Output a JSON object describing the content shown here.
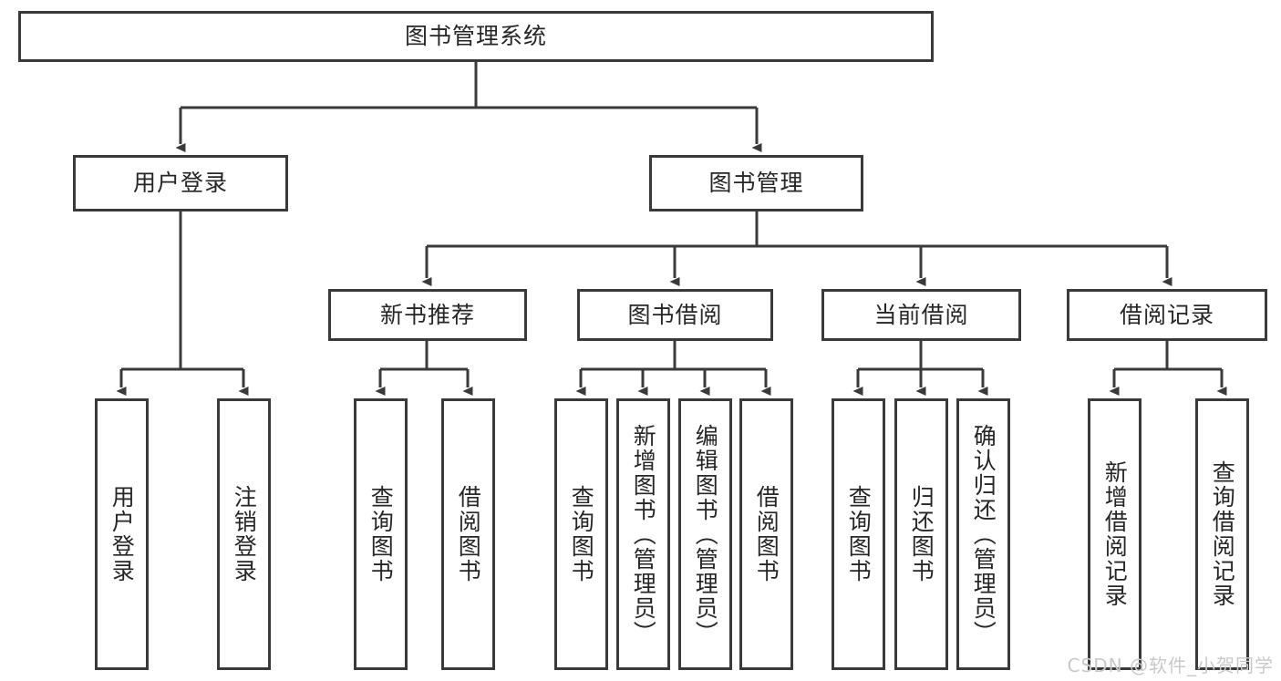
{
  "diagram": {
    "title": "图书管理系统",
    "type": "hierarchy-tree",
    "watermark": "CSDN @软件_小贺同学",
    "colors": {
      "stroke": "#3a3a3a",
      "text": "#262626",
      "background": "#ffffff",
      "watermark": "#c9c9c9"
    },
    "root": {
      "label": "图书管理系统"
    },
    "level2": [
      {
        "label": "用户登录"
      },
      {
        "label": "图书管理"
      }
    ],
    "level3": [
      {
        "label": "新书推荐"
      },
      {
        "label": "图书借阅"
      },
      {
        "label": "当前借阅"
      },
      {
        "label": "借阅记录"
      }
    ],
    "leaves": {
      "user_login": [
        {
          "label": "用户登录"
        },
        {
          "label": "注销登录"
        }
      ],
      "new_book_recommend": [
        {
          "label": "查询图书"
        },
        {
          "label": "借阅图书"
        }
      ],
      "book_borrow": [
        {
          "label": "查询图书"
        },
        {
          "label": "新增图书（管理员）"
        },
        {
          "label": "编辑图书（管理员）"
        },
        {
          "label": "借阅图书"
        }
      ],
      "current_borrow": [
        {
          "label": "查询图书"
        },
        {
          "label": "归还图书"
        },
        {
          "label": "确认归还（管理员）"
        }
      ],
      "borrow_record": [
        {
          "label": "新增借阅记录"
        },
        {
          "label": "查询借阅记录"
        }
      ]
    }
  }
}
